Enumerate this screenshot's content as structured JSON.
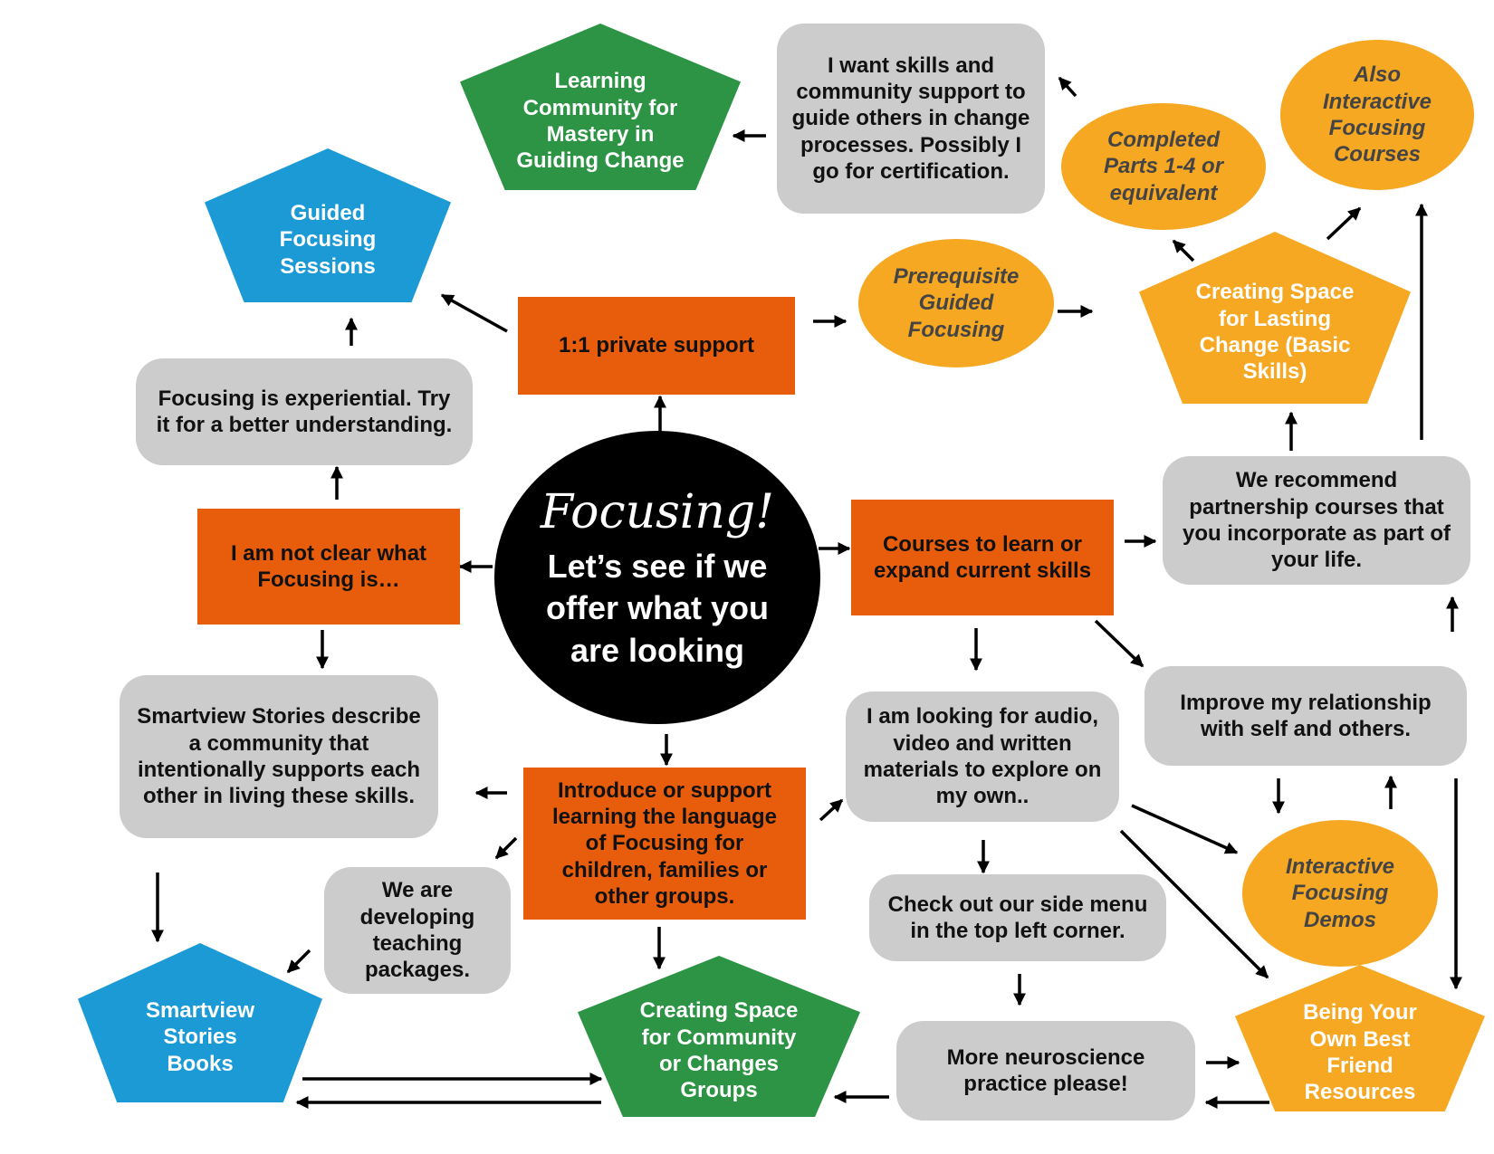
{
  "center": {
    "title": "Focusing!",
    "subtitle": "Let’s see if we offer what you are looking"
  },
  "boxes": {
    "private_support": "1:1 private support",
    "not_clear": "I am not clear what Focusing is…",
    "courses": "Courses to learn or expand current skills",
    "introduce": "Introduce or support learning the language of Focusing for children, families or other groups."
  },
  "notes": {
    "skills_community": "I want skills and community support to guide others in change processes. Possibly I go for certification.",
    "experiential": "Focusing is experiential. Try it for a better understanding.",
    "recommend": "We recommend partnership courses that you incorporate as part of your life.",
    "smartview_describe": "Smartview Stories describe a community that intentionally supports each other in living these skills.",
    "audio_video": "I am looking for audio, video and written materials to explore on my own..",
    "improve": "Improve my relationship with self and others.",
    "developing": "We are developing teaching packages.",
    "side_menu": "Check out our side menu in the top left corner.",
    "neuroscience": "More neuroscience practice please!"
  },
  "ovals": {
    "completed": "Completed Parts 1-4 or equivalent",
    "also_interactive": "Also Interactive Focusing Courses",
    "prerequisite": "Prerequisite Guided Focusing",
    "interactive_demos": "Interactive Focusing Demos"
  },
  "pentagons": {
    "learning_community": "Learning Community for Mastery in Guiding Change",
    "guided_sessions": "Guided Focusing Sessions",
    "lasting_change": "Creating Space for Lasting Change  (Basic Skills)",
    "smartview_books": "Smartview Stories Books",
    "community_groups": "Creating Space for Community or Changes Groups",
    "best_friend": "Being Your Own Best Friend Resources"
  },
  "colors": {
    "orange_box": "#e85d0c",
    "gray_note": "#cccccc",
    "yellow_orange": "#f7a823",
    "green": "#2c9444",
    "blue": "#1c9ad6",
    "center": "#000000"
  }
}
